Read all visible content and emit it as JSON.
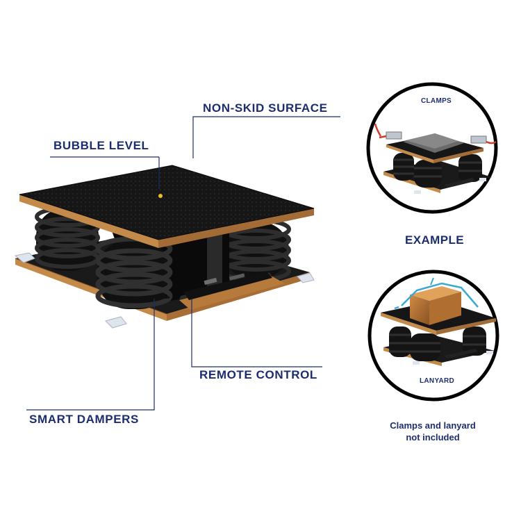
{
  "callouts": {
    "non_skid_surface": "NON-SKID SURFACE",
    "bubble_level": "BUBBLE LEVEL",
    "remote_control": "REMOTE CONTROL",
    "smart_dampers": "SMART DAMPERS"
  },
  "examples": {
    "clamps_label": "CLAMPS",
    "example_heading": "EXAMPLE",
    "lanyard_label": "LANYARD",
    "note_line1": "Clamps and lanyard",
    "note_line2": "not included"
  },
  "colors": {
    "label_text": "#1c2d6e",
    "leader_lines": "#1c2d6e",
    "platform_top": "#141414",
    "wood_edge": "#c48a4a",
    "spring_coil": "#1f1f1f",
    "circle_border": "#000000",
    "clamp_cord": "#d23a2a",
    "lanyard_strap": "#3aa7d6"
  }
}
